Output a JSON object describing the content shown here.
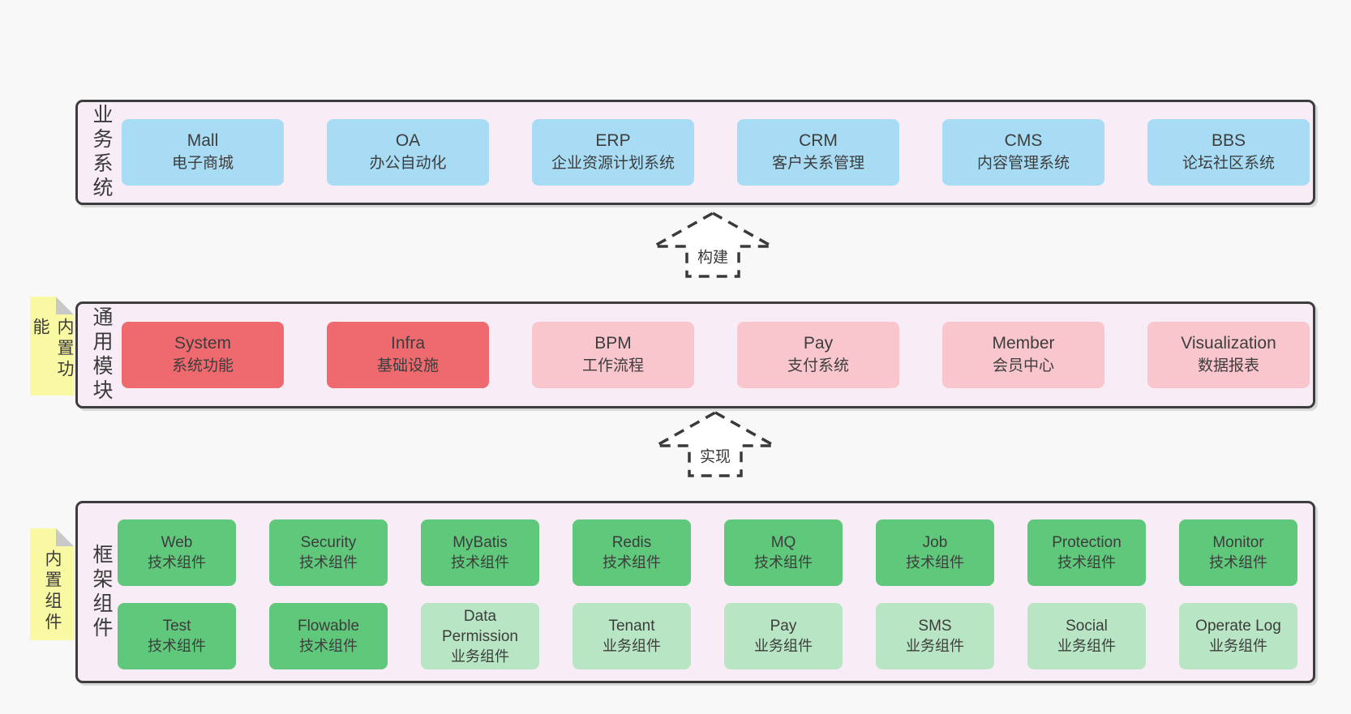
{
  "diagram": {
    "bands": {
      "business": {
        "label": "业务系统",
        "boxes": [
          {
            "en": "Mall",
            "zh": "电子商城",
            "type": "blue"
          },
          {
            "en": "OA",
            "zh": "办公自动化",
            "type": "blue"
          },
          {
            "en": "ERP",
            "zh": "企业资源计划系统",
            "type": "blue"
          },
          {
            "en": "CRM",
            "zh": "客户关系管理",
            "type": "blue"
          },
          {
            "en": "CMS",
            "zh": "内容管理系统",
            "type": "blue"
          },
          {
            "en": "BBS",
            "zh": "论坛社区系统",
            "type": "blue"
          }
        ]
      },
      "modules": {
        "label": "通用模块",
        "sticky": "内置功能",
        "boxes": [
          {
            "en": "System",
            "zh": "系统功能",
            "type": "red"
          },
          {
            "en": "Infra",
            "zh": "基础设施",
            "type": "red"
          },
          {
            "en": "BPM",
            "zh": "工作流程",
            "type": "pink"
          },
          {
            "en": "Pay",
            "zh": "支付系统",
            "type": "pink"
          },
          {
            "en": "Member",
            "zh": "会员中心",
            "type": "pink"
          },
          {
            "en": "Visualization",
            "zh": "数据报表",
            "type": "pink"
          }
        ]
      },
      "components": {
        "label": "框架组件",
        "sticky": "内置组件",
        "row1": [
          {
            "en": "Web",
            "zh": "技术组件",
            "type": "green"
          },
          {
            "en": "Security",
            "zh": "技术组件",
            "type": "green"
          },
          {
            "en": "MyBatis",
            "zh": "技术组件",
            "type": "green"
          },
          {
            "en": "Redis",
            "zh": "技术组件",
            "type": "green"
          },
          {
            "en": "MQ",
            "zh": "技术组件",
            "type": "green"
          },
          {
            "en": "Job",
            "zh": "技术组件",
            "type": "green"
          },
          {
            "en": "Protection",
            "zh": "技术组件",
            "type": "green"
          },
          {
            "en": "Monitor",
            "zh": "技术组件",
            "type": "green"
          }
        ],
        "row2": [
          {
            "en": "Test",
            "zh": "技术组件",
            "type": "green"
          },
          {
            "en": "Flowable",
            "zh": "技术组件",
            "type": "green"
          },
          {
            "en": "Data Permission",
            "zh": "业务组件",
            "type": "lightgreen"
          },
          {
            "en": "Tenant",
            "zh": "业务组件",
            "type": "lightgreen"
          },
          {
            "en": "Pay",
            "zh": "业务组件",
            "type": "lightgreen"
          },
          {
            "en": "SMS",
            "zh": "业务组件",
            "type": "lightgreen"
          },
          {
            "en": "Social",
            "zh": "业务组件",
            "type": "lightgreen"
          },
          {
            "en": "Operate Log",
            "zh": "业务组件",
            "type": "lightgreen"
          }
        ]
      }
    },
    "arrows": [
      {
        "label": "构建"
      },
      {
        "label": "实现"
      }
    ],
    "colors": {
      "page_bg": "#f8f8f8",
      "band_bg": "#f8edf6",
      "band_border": "#3d3d3d",
      "box_blue": "#a8dcf5",
      "box_red": "#ee6a6e",
      "box_pink": "#f9c6ce",
      "box_green": "#5fc87b",
      "box_lightgreen": "#b8e6c4",
      "sticky_yellow": "#f8f9a2",
      "sticky_fold": "#c9c9c9",
      "text": "#3d3d3d"
    }
  }
}
